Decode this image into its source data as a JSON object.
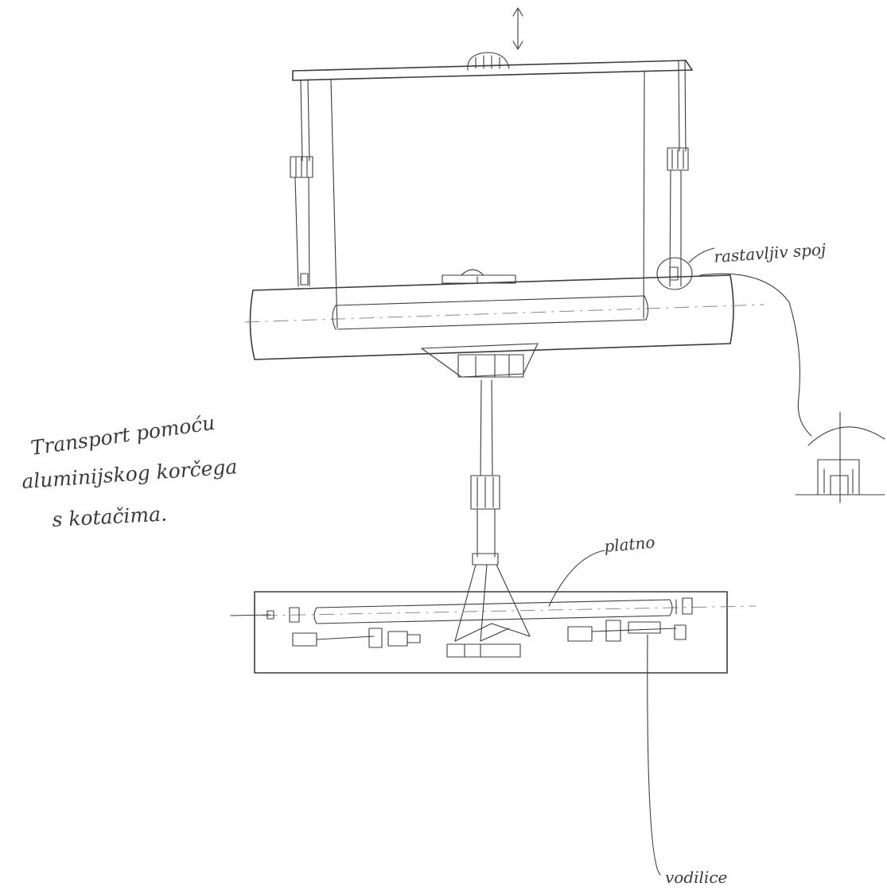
{
  "annotations": {
    "transport_line1": "Transport pomoću",
    "transport_line2": "aluminijskog korčega",
    "transport_line3": "s kotačima.",
    "detachable_joint": "rastavljiv spoj",
    "canvas": "platno",
    "guides": "vodilice"
  },
  "colors": {
    "pencil": "#3c3c3c",
    "paper": "#ffffff"
  }
}
